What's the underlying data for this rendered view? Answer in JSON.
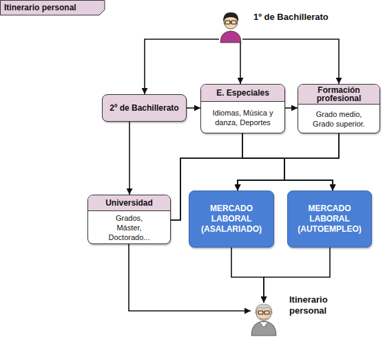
{
  "diagram": {
    "title": "Itinerario personal",
    "nodes": [
      {
        "text": [
          "1º de Bachillerato"
        ]
      },
      {
        "text": [
          "2º de Bachillerato"
        ]
      },
      {
        "text": [
          "E. Especiales",
          "Idiomas, Música y danza, Deportes"
        ]
      },
      {
        "text": [
          "Formación profesional",
          "Grado medio, Grado superior."
        ]
      },
      {
        "text": [
          "Universidad",
          "Grados, Máster, Doctorado..."
        ]
      },
      {
        "text": [
          "MERCADO LABORAL (ASALARIADO)"
        ]
      },
      {
        "text": [
          "MERCADO LABORAL (AUTOEMPLEO)"
        ]
      },
      {
        "text": [
          "Itinerario personal"
        ]
      }
    ],
    "edges": [
      {
        "from": 0,
        "to": 1,
        "arrow": "to"
      },
      {
        "from": 0,
        "to": 2,
        "arrow": "to"
      },
      {
        "from": 0,
        "to": 3,
        "arrow": "to"
      },
      {
        "from": 1,
        "to": 2,
        "arrow": "to"
      },
      {
        "from": 2,
        "to": 3,
        "arrow": "to"
      },
      {
        "from": 1,
        "to": 4,
        "arrow": "to"
      },
      {
        "from": 2,
        "to": 5,
        "arrow": "to"
      },
      {
        "from": 2,
        "to": 6,
        "arrow": "to"
      },
      {
        "from": 3,
        "to": 5,
        "arrow": "to"
      },
      {
        "from": 3,
        "to": 6,
        "arrow": "to"
      },
      {
        "from": 4,
        "to": 5,
        "arrow": "to"
      },
      {
        "from": 4,
        "to": 6,
        "arrow": "to"
      },
      {
        "from": 5,
        "to": 7,
        "arrow": "to"
      },
      {
        "from": 6,
        "to": 7,
        "arrow": "to"
      },
      {
        "from": 4,
        "to": 7,
        "arrow": "to"
      }
    ]
  }
}
